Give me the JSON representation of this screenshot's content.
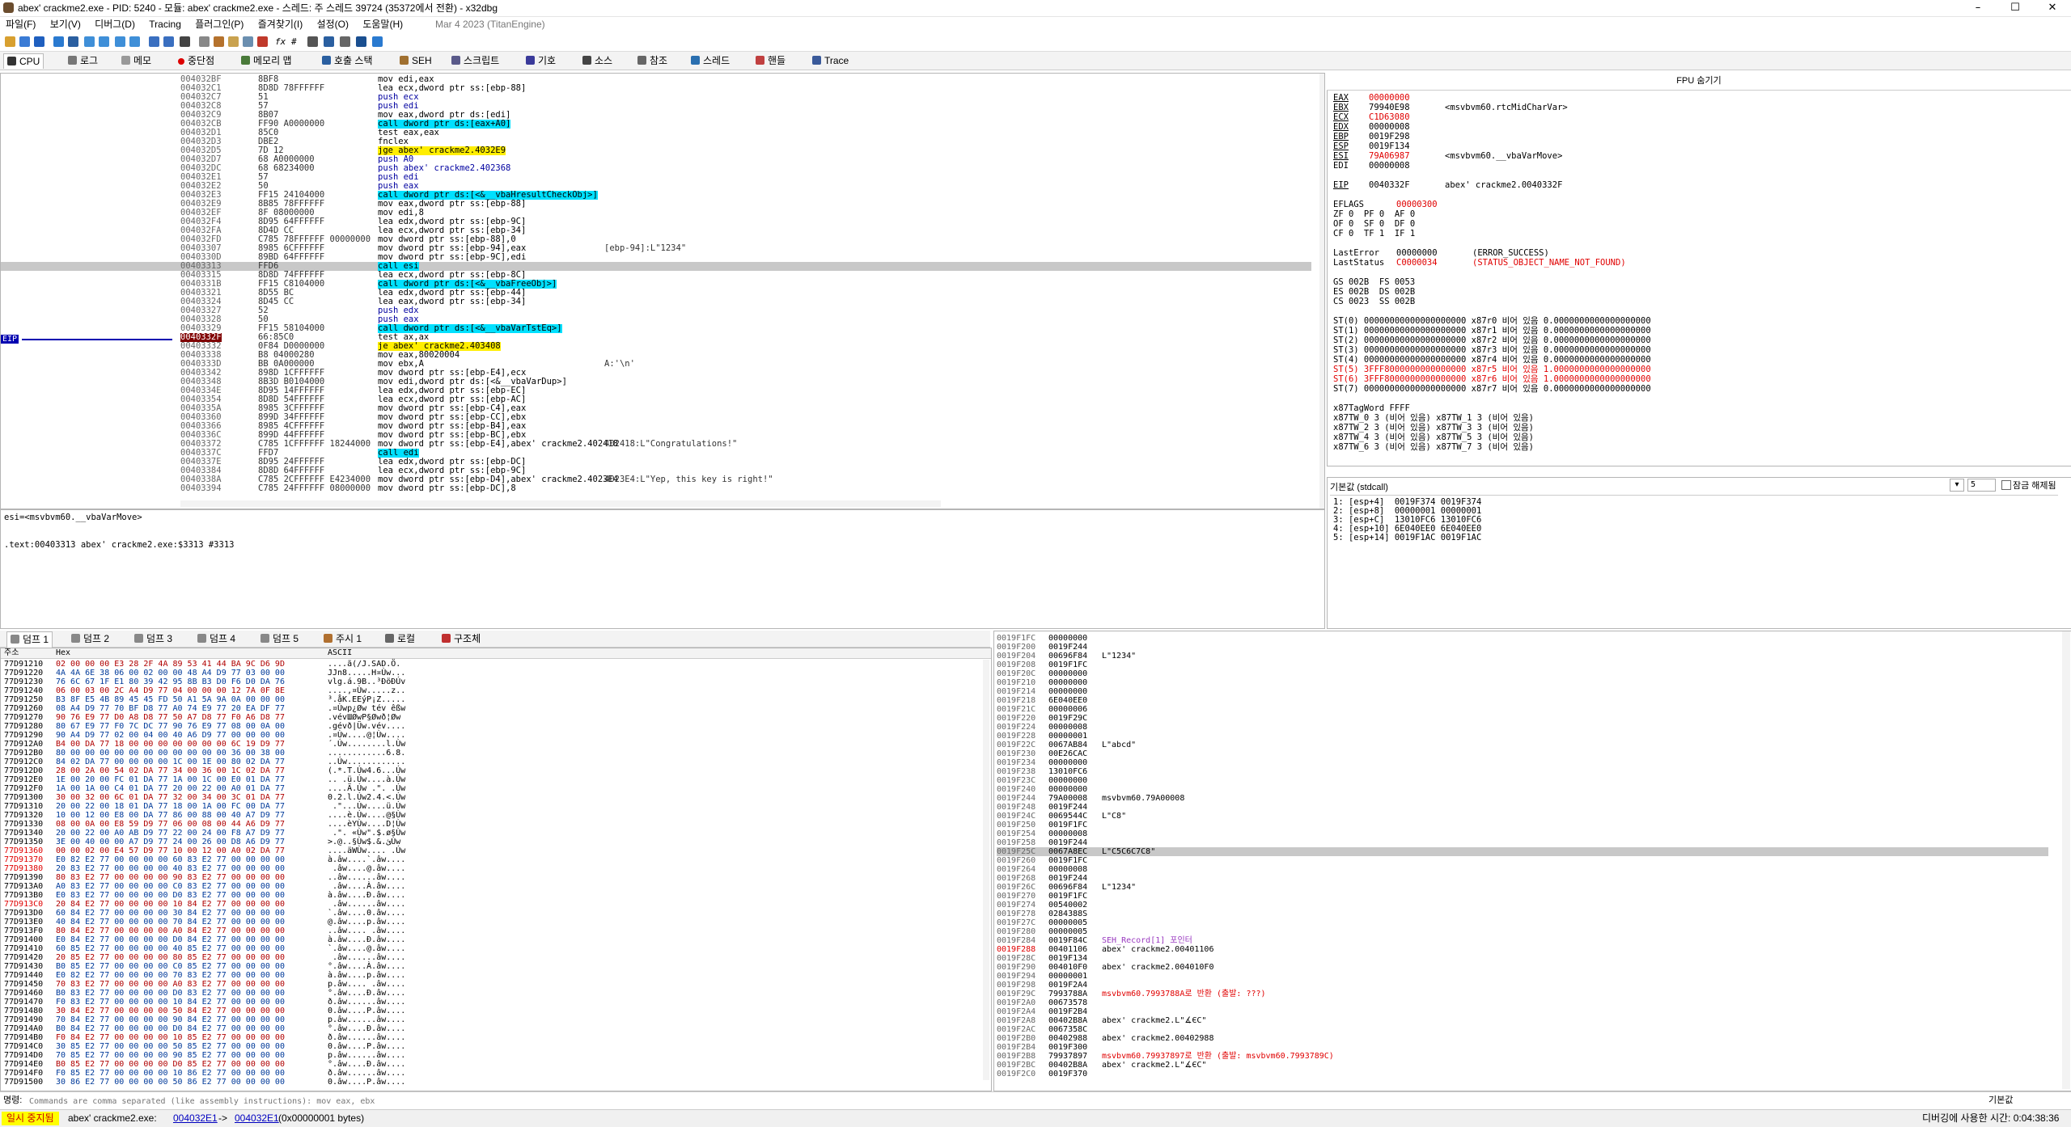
{
  "window": {
    "title": "abex' crackme2.exe - PID: 5240 - 모듈: abex' crackme2.exe - 스레드: 주 스레드 39724 (35372에서 전환) - x32dbg",
    "min": "–",
    "max": "☐",
    "close": "✕"
  },
  "menu": {
    "items": [
      "파일(F)",
      "보기(V)",
      "디버그(D)",
      "Tracing",
      "플러그인(P)",
      "즐겨찾기(I)",
      "설정(O)",
      "도움말(H)"
    ],
    "build": "Mar 4 2023 (TitanEngine)"
  },
  "tabs": [
    "CPU",
    "로그",
    "메모",
    "중단점",
    "메모리 맵",
    "호출 스택",
    "SEH",
    "스크립트",
    "기호",
    "소스",
    "참조",
    "스레드",
    "핸들",
    "Trace"
  ],
  "disasm": {
    "eip_label": "EIP",
    "rows": [
      [
        "004032BF",
        "8BF8",
        "mov edi,eax",
        ""
      ],
      [
        "004032C1",
        "8D8D 78FFFFFF",
        "lea ecx,dword ptr ss:[ebp-88]",
        ""
      ],
      [
        "004032C7",
        "51",
        "push ecx",
        ""
      ],
      [
        "004032C8",
        "57",
        "push edi",
        ""
      ],
      [
        "004032C9",
        "8B07",
        "mov eax,dword ptr ds:[edi]",
        ""
      ],
      [
        "004032CB",
        "FF90 A0000000",
        "call dword ptr ds:[eax+A0]",
        ""
      ],
      [
        "004032D1",
        "85C0",
        "test eax,eax",
        ""
      ],
      [
        "004032D3",
        "DBE2",
        "fnclex",
        ""
      ],
      [
        "004032D5",
        "7D 12",
        "jge abex' crackme2.4032E9",
        ""
      ],
      [
        "004032D7",
        "68 A0000000",
        "push A0",
        ""
      ],
      [
        "004032DC",
        "68 68234000",
        "push abex' crackme2.402368",
        ""
      ],
      [
        "004032E1",
        "57",
        "push edi",
        ""
      ],
      [
        "004032E2",
        "50",
        "push eax",
        ""
      ],
      [
        "004032E3",
        "FF15 24104000",
        "call dword ptr ds:[<&__vbaHresultCheckObj>]",
        ""
      ],
      [
        "004032E9",
        "8B85 78FFFFFF",
        "mov eax,dword ptr ss:[ebp-88]",
        ""
      ],
      [
        "004032EF",
        "8F 08000000",
        "mov edi,8",
        ""
      ],
      [
        "004032F4",
        "8D95 64FFFFFF",
        "lea edx,dword ptr ss:[ebp-9C]",
        ""
      ],
      [
        "004032FA",
        "8D4D CC",
        "lea ecx,dword ptr ss:[ebp-34]",
        ""
      ],
      [
        "004032FD",
        "C785 78FFFFFF 00000000",
        "mov dword ptr ss:[ebp-88],0",
        ""
      ],
      [
        "00403307",
        "8985 6CFFFFFF",
        "mov dword ptr ss:[ebp-94],eax",
        "[ebp-94]:L\"1234\""
      ],
      [
        "0040330D",
        "89BD 64FFFFFF",
        "mov dword ptr ss:[ebp-9C],edi",
        ""
      ],
      [
        "00403313",
        "FFD6",
        "call esi",
        ""
      ],
      [
        "00403315",
        "8D8D 74FFFFFF",
        "lea ecx,dword ptr ss:[ebp-8C]",
        ""
      ],
      [
        "0040331B",
        "FF15 C8104000",
        "call dword ptr ds:[<&__vbaFreeObj>]",
        ""
      ],
      [
        "00403321",
        "8D55 BC",
        "lea edx,dword ptr ss:[ebp-44]",
        ""
      ],
      [
        "00403324",
        "8D45 CC",
        "lea eax,dword ptr ss:[ebp-34]",
        ""
      ],
      [
        "00403327",
        "52",
        "push edx",
        ""
      ],
      [
        "00403328",
        "50",
        "push eax",
        ""
      ],
      [
        "00403329",
        "FF15 58104000",
        "call dword ptr ds:[<&__vbaVarTstEq>]",
        ""
      ],
      [
        "0040332F",
        "66:85C0",
        "test ax,ax",
        ""
      ],
      [
        "00403332",
        "0F84 D0000000",
        "je abex' crackme2.403408",
        ""
      ],
      [
        "00403338",
        "B8 04000280",
        "mov eax,80020004",
        ""
      ],
      [
        "0040333D",
        "BB 0A000000",
        "mov ebx,A",
        "A:'\\n'"
      ],
      [
        "00403342",
        "898D 1CFFFFFF",
        "mov dword ptr ss:[ebp-E4],ecx",
        ""
      ],
      [
        "00403348",
        "8B3D B0104000",
        "mov edi,dword ptr ds:[<&__vbaVarDup>]",
        ""
      ],
      [
        "0040334E",
        "8D95 14FFFFFF",
        "lea edx,dword ptr ss:[ebp-EC]",
        ""
      ],
      [
        "00403354",
        "8D8D 54FFFFFF",
        "lea ecx,dword ptr ss:[ebp-AC]",
        ""
      ],
      [
        "0040335A",
        "8985 3CFFFFFF",
        "mov dword ptr ss:[ebp-C4],eax",
        ""
      ],
      [
        "00403360",
        "899D 34FFFFFF",
        "mov dword ptr ss:[ebp-CC],ebx",
        ""
      ],
      [
        "00403366",
        "8985 4CFFFFFF",
        "mov dword ptr ss:[ebp-B4],eax",
        ""
      ],
      [
        "0040336C",
        "899D 44FFFFFF",
        "mov dword ptr ss:[ebp-BC],ebx",
        ""
      ],
      [
        "00403372",
        "C785 1CFFFFFF 18244000",
        "mov dword ptr ss:[ebp-E4],abex' crackme2.402418",
        "402418:L\"Congratulations!\""
      ],
      [
        "0040337C",
        "FFD7",
        "call edi",
        ""
      ],
      [
        "0040337E",
        "8D95 24FFFFFF",
        "lea edx,dword ptr ss:[ebp-DC]",
        ""
      ],
      [
        "00403384",
        "8D8D 64FFFFFF",
        "lea ecx,dword ptr ss:[ebp-9C]",
        ""
      ],
      [
        "0040338A",
        "C785 2CFFFFFF E4234000",
        "mov dword ptr ss:[ebp-D4],abex' crackme2.4023E4",
        "4023E4:L\"Yep, this key is right!\""
      ],
      [
        "00403394",
        "C785 24FFFFFF 08000000",
        "mov dword ptr ss:[ebp-DC],8",
        ""
      ]
    ]
  },
  "info": {
    "line1": "esi=<msvbvm60.__vbaVarMove>",
    "line2": ".text:00403313 abex' crackme2.exe:$3313 #3313"
  },
  "registers": {
    "title": "FPU 숨기기",
    "lines": [
      [
        "EAX",
        "00000000",
        ""
      ],
      [
        "EBX",
        "79940E98",
        "<msvbvm60.rtcMidCharVar>"
      ],
      [
        "ECX",
        "C1D63080",
        ""
      ],
      [
        "EDX",
        "00000008",
        ""
      ],
      [
        "EBP",
        "0019F298",
        ""
      ],
      [
        "ESP",
        "0019F134",
        ""
      ],
      [
        "ESI",
        "79A06987",
        "<msvbvm60.__vbaVarMove>"
      ],
      [
        "EDI",
        "00000008",
        ""
      ],
      [
        "",
        "",
        " "
      ],
      [
        "EIP",
        "0040332F",
        "abex' crackme2.0040332F"
      ],
      [
        "",
        "",
        " "
      ],
      [
        "EFLAGS",
        "00000300",
        ""
      ],
      [
        "ZF 0  PF 0  AF 0",
        "",
        ""
      ],
      [
        "OF 0  SF 0  DF 0",
        "",
        ""
      ],
      [
        "CF 0  TF 1  IF 1",
        "",
        ""
      ],
      [
        "",
        "",
        " "
      ],
      [
        "LastError",
        "00000000",
        "(ERROR_SUCCESS)"
      ],
      [
        "LastStatus",
        "C0000034",
        "(STATUS_OBJECT_NAME_NOT_FOUND)"
      ],
      [
        "",
        "",
        " "
      ],
      [
        "GS 002B  FS 0053",
        "",
        ""
      ],
      [
        "ES 002B  DS 002B",
        "",
        ""
      ],
      [
        "CS 0023  SS 002B",
        "",
        ""
      ],
      [
        "",
        "",
        " "
      ],
      [
        "ST(0) 00000000000000000000 x87r0 비어 있음 0.0000000000000000000",
        "",
        ""
      ],
      [
        "ST(1) 00000000000000000000 x87r1 비어 있음 0.0000000000000000000",
        "",
        ""
      ],
      [
        "ST(2) 00000000000000000000 x87r2 비어 있음 0.0000000000000000000",
        "",
        ""
      ],
      [
        "ST(3) 00000000000000000000 x87r3 비어 있음 0.0000000000000000000",
        "",
        ""
      ],
      [
        "ST(4) 00000000000000000000 x87r4 비어 있음 0.0000000000000000000",
        "",
        ""
      ],
      [
        "ST(5) 3FFF8000000000000000 x87r5 비어 있음 1.0000000000000000000",
        "",
        ""
      ],
      [
        "ST(6) 3FFF8000000000000000 x87r6 비어 있음 1.0000000000000000000",
        "",
        ""
      ],
      [
        "ST(7) 00000000000000000000 x87r7 비어 있음 0.0000000000000000000",
        "",
        ""
      ],
      [
        "",
        "",
        " "
      ],
      [
        "x87TagWord FFFF",
        "",
        ""
      ],
      [
        "x87TW_0 3 (비어 있음) x87TW_1 3 (비어 있음)",
        "",
        ""
      ],
      [
        "x87TW_2 3 (비어 있음) x87TW_3 3 (비어 있음)",
        "",
        ""
      ],
      [
        "x87TW_4 3 (비어 있음) x87TW_5 3 (비어 있음)",
        "",
        ""
      ],
      [
        "x87TW_6 3 (비어 있음) x87TW_7 3 (비어 있음)",
        "",
        ""
      ]
    ]
  },
  "callconv": {
    "label": "기본값 (stdcall)",
    "count": "5",
    "lock_label": "잠금 해제됨",
    "rows": [
      "1: [esp+4]  0019F374 0019F374",
      "2: [esp+8]  00000001 00000001",
      "3: [esp+C]  13010FC6 13010FC6",
      "4: [esp+10] 6E040EE0 6E040EE0",
      "5: [esp+14] 0019F1AC 0019F1AC"
    ]
  },
  "dump": {
    "tabs": [
      "덤프 1",
      "덤프 2",
      "덤프 3",
      "덤프 4",
      "덤프 5",
      "주시 1",
      "로컬",
      "구조체"
    ],
    "headers": [
      "주소",
      "Hex",
      "ASCII"
    ],
    "rows": [
      [
        "77D91210",
        "02 00 00 00 E3 28 2F 4A 89 53 41 44 BA 9C D6 9D",
        "....ã(/J.SAD.Ö."
      ],
      [
        "77D91220",
        "4A 4A 6E 38 06 00 02 00 00 48 A4 D9 77 03 00 00",
        "JJn8.....H¤Ùw..."
      ],
      [
        "77D91230",
        "76 6C 67 1F E1 80 39 42 95 8B B3 D0 F6 D0 DA 76",
        "vlg.á.9B..³ÐöÐÚv"
      ],
      [
        "77D91240",
        "06 00 03 00 2C A4 D9 77 04 00 00 00 12 7A 0F 8E",
        "....,¤Ùw.....z.."
      ],
      [
        "77D91250",
        "B3 8F E5 4B 89 45 45 FD 50 A1 5A 9A 0A 00 00 00",
        "³.åK.EEýP¡Z....."
      ],
      [
        "77D91260",
        "08 A4 D9 77 70 BF D8 77 A0 74 E9 77 20 EA DF 77",
        ".¤Ùwp¿Øw tév êßw"
      ],
      [
        "77D91270",
        "90 76 E9 77 D0 A8 D8 77 50 A7 D8 77 F0 A6 D8 77",
        ".vévШØwP§Øwð¦Øw"
      ],
      [
        "77D91280",
        "80 67 E9 77 F0 7C DC 77 90 76 E9 77 08 00 0A 00",
        ".gévð|Üw.vév...."
      ],
      [
        "77D91290",
        "90 A4 D9 77 02 00 04 00 40 A6 D9 77 00 00 00 00",
        ".¤Ùw....@¦Ùw...."
      ],
      [
        "77D912A0",
        "B4 00 DA 77 18 00 00 00 00 00 00 00 6C 19 D9 77",
        "´.Úw........l.Ùw"
      ],
      [
        "77D912B0",
        "80 00 00 00 00 00 00 00 00 00 00 00 36 00 38 00",
        "............6.8."
      ],
      [
        "77D912C0",
        "84 02 DA 77 00 00 00 00 1C 00 1E 00 80 02 DA 77",
        "..Úw............"
      ],
      [
        "77D912D0",
        "28 00 2A 00 54 02 DA 77 34 00 36 00 1C 02 DA 77",
        "(.*.T.Úw4.6...Úw"
      ],
      [
        "77D912E0",
        "1E 00 20 00 FC 01 DA 77 1A 00 1C 00 E0 01 DA 77",
        ".. .ü.Úw....à.Úw"
      ],
      [
        "77D912F0",
        "1A 00 1A 00 C4 01 DA 77 20 00 22 00 A0 01 DA 77",
        "....Ä.Úw .\". .Úw"
      ],
      [
        "77D91300",
        "30 00 32 00 6C 01 DA 77 32 00 34 00 3C 01 DA 77",
        "0.2.l.Úw2.4.<.Úw"
      ],
      [
        "77D91310",
        "20 00 22 00 18 01 DA 77 18 00 1A 00 FC 00 DA 77",
        " .\"...Úw....ü.Úw"
      ],
      [
        "77D91320",
        "10 00 12 00 E8 00 DA 77 86 00 88 00 40 A7 D9 77",
        "....è.Úw....@§Ùw"
      ],
      [
        "77D91330",
        "08 00 0A 00 E8 59 D9 77 06 00 08 00 44 A6 D9 77",
        "....èYÙw....D¦Ùw"
      ],
      [
        "77D91340",
        "20 00 22 00 A0 AB D9 77 22 00 24 00 F8 A7 D9 77",
        " .\". «Ùw\".$.ø§Ùw"
      ],
      [
        "77D91350",
        "3E 00 40 00 00 A7 D9 77 24 00 26 00 D8 A6 D9 77",
        ">.@..§Ùw$.&.ئÙw"
      ],
      [
        "77D91360",
        "00 00 02 00 E4 57 D9 77 10 00 12 00 A0 02 DA 77",
        "....äWÙw.... .Úw"
      ],
      [
        "77D91370",
        "E0 82 E2 77 00 00 00 00 60 83 E2 77 00 00 00 00",
        "à.âw....`.âw...."
      ],
      [
        "77D91380",
        "20 83 E2 77 00 00 00 00 40 83 E2 77 00 00 00 00",
        " .âw....@.âw...."
      ],
      [
        "77D91390",
        "80 83 E2 77 00 00 00 00 90 83 E2 77 00 00 00 00",
        "..âw......âw...."
      ],
      [
        "77D913A0",
        "A0 83 E2 77 00 00 00 00 C0 83 E2 77 00 00 00 00",
        " .âw....À.âw...."
      ],
      [
        "77D913B0",
        "E0 83 E2 77 00 00 00 00 D0 83 E2 77 00 00 00 00",
        "à.âw....Ð.âw...."
      ],
      [
        "77D913C0",
        "20 84 E2 77 00 00 00 00 10 84 E2 77 00 00 00 00",
        " .âw......âw...."
      ],
      [
        "77D913D0",
        "60 84 E2 77 00 00 00 00 30 84 E2 77 00 00 00 00",
        "`.âw....0.âw...."
      ],
      [
        "77D913E0",
        "40 84 E2 77 00 00 00 00 70 84 E2 77 00 00 00 00",
        "@.âw....p.âw...."
      ],
      [
        "77D913F0",
        "80 84 E2 77 00 00 00 00 A0 84 E2 77 00 00 00 00",
        "..âw.... .âw...."
      ],
      [
        "77D91400",
        "E0 84 E2 77 00 00 00 00 D0 84 E2 77 00 00 00 00",
        "à.âw....Ð.âw...."
      ],
      [
        "77D91410",
        "60 85 E2 77 00 00 00 00 40 85 E2 77 00 00 00 00",
        "`.âw....@.âw...."
      ],
      [
        "77D91420",
        "20 85 E2 77 00 00 00 00 80 85 E2 77 00 00 00 00",
        " .âw......âw...."
      ],
      [
        "77D91430",
        "B0 85 E2 77 00 00 00 00 C0 85 E2 77 00 00 00 00",
        "°.âw....À.âw...."
      ],
      [
        "77D91440",
        "E0 82 E2 77 00 00 00 00 70 83 E2 77 00 00 00 00",
        "à.âw....p.âw...."
      ],
      [
        "77D91450",
        "70 83 E2 77 00 00 00 00 A0 83 E2 77 00 00 00 00",
        "p.âw.... .âw...."
      ],
      [
        "77D91460",
        "B0 83 E2 77 00 00 00 00 D0 83 E2 77 00 00 00 00",
        "°.âw....Ð.âw...."
      ],
      [
        "77D91470",
        "F0 83 E2 77 00 00 00 00 10 84 E2 77 00 00 00 00",
        "ð.âw......âw...."
      ],
      [
        "77D91480",
        "30 84 E2 77 00 00 00 00 50 84 E2 77 00 00 00 00",
        "0.âw....P.âw...."
      ],
      [
        "77D91490",
        "70 84 E2 77 00 00 00 00 90 84 E2 77 00 00 00 00",
        "p.âw......âw...."
      ],
      [
        "77D914A0",
        "B0 84 E2 77 00 00 00 00 D0 84 E2 77 00 00 00 00",
        "°.âw....Ð.âw...."
      ],
      [
        "77D914B0",
        "F0 84 E2 77 00 00 00 00 10 85 E2 77 00 00 00 00",
        "ð.âw......âw...."
      ],
      [
        "77D914C0",
        "30 85 E2 77 00 00 00 00 50 85 E2 77 00 00 00 00",
        "0.âw....P.âw...."
      ],
      [
        "77D914D0",
        "70 85 E2 77 00 00 00 00 90 85 E2 77 00 00 00 00",
        "p.âw......âw...."
      ],
      [
        "77D914E0",
        "B0 85 E2 77 00 00 00 00 D0 85 E2 77 00 00 00 00",
        "°.âw....Ð.âw...."
      ],
      [
        "77D914F0",
        "F0 85 E2 77 00 00 00 00 10 86 E2 77 00 00 00 00",
        "ð.âw......âw...."
      ],
      [
        "77D91500",
        "30 86 E2 77 00 00 00 00 50 86 E2 77 00 00 00 00",
        "0.âw....P.âw...."
      ]
    ]
  },
  "stack": {
    "rows": [
      [
        "0019F1FC",
        "00000000",
        ""
      ],
      [
        "0019F200",
        "0019F244",
        ""
      ],
      [
        "0019F204",
        "00696F84",
        "L\"1234\""
      ],
      [
        "0019F208",
        "0019F1FC",
        ""
      ],
      [
        "0019F20C",
        "00000000",
        ""
      ],
      [
        "0019F210",
        "00000000",
        ""
      ],
      [
        "0019F214",
        "00000000",
        ""
      ],
      [
        "0019F218",
        "6E040EE0",
        ""
      ],
      [
        "0019F21C",
        "00000006",
        ""
      ],
      [
        "0019F220",
        "0019F29C",
        ""
      ],
      [
        "0019F224",
        "00000008",
        ""
      ],
      [
        "0019F228",
        "00000001",
        ""
      ],
      [
        "0019F22C",
        "0067AB84",
        "L\"abcd\""
      ],
      [
        "0019F230",
        "00E26CAC",
        ""
      ],
      [
        "0019F234",
        "00000000",
        ""
      ],
      [
        "0019F238",
        "13010FC6",
        ""
      ],
      [
        "0019F23C",
        "00000000",
        ""
      ],
      [
        "0019F240",
        "00000000",
        ""
      ],
      [
        "0019F244",
        "79A00008",
        "msvbvm60.79A00008"
      ],
      [
        "0019F248",
        "0019F244",
        ""
      ],
      [
        "0019F24C",
        "0069544C",
        "L\"C8\""
      ],
      [
        "0019F250",
        "0019F1FC",
        ""
      ],
      [
        "0019F254",
        "00000008",
        ""
      ],
      [
        "0019F258",
        "0019F244",
        ""
      ],
      [
        "0019F25C",
        "0067A8EC",
        "L\"C5C6C7C8\""
      ],
      [
        "0019F260",
        "0019F1FC",
        ""
      ],
      [
        "0019F264",
        "00000008",
        ""
      ],
      [
        "0019F268",
        "0019F244",
        ""
      ],
      [
        "0019F26C",
        "00696F84",
        "L\"1234\""
      ],
      [
        "0019F270",
        "0019F1FC",
        ""
      ],
      [
        "0019F274",
        "00540002",
        ""
      ],
      [
        "0019F278",
        "0284388S",
        ""
      ],
      [
        "0019F27C",
        "00000005",
        ""
      ],
      [
        "0019F280",
        "00000005",
        ""
      ],
      [
        "0019F284",
        "0019F84C",
        "SEH_Record[1] 포인터"
      ],
      [
        "0019F288",
        "00401106",
        "abex' crackme2.00401106"
      ],
      [
        "0019F28C",
        "0019F134",
        ""
      ],
      [
        "0019F290",
        "004010F0",
        "abex' crackme2.004010F0"
      ],
      [
        "0019F294",
        "00000001",
        ""
      ],
      [
        "0019F298",
        "0019F2A4",
        ""
      ],
      [
        "0019F29C",
        "7993788A",
        "msvbvm60.7993788A로 반환 (출발: ???)"
      ],
      [
        "0019F2A0",
        "00673578",
        ""
      ],
      [
        "0019F2A4",
        "0019F2B4",
        ""
      ],
      [
        "0019F2A8",
        "00402B8A",
        "abex' crackme2.L\"∡ЄC\""
      ],
      [
        "0019F2AC",
        "0067358C",
        ""
      ],
      [
        "0019F2B0",
        "00402988",
        "abex' crackme2.00402988"
      ],
      [
        "0019F2B4",
        "0019F300",
        ""
      ],
      [
        "0019F2B8",
        "79937897",
        "msvbvm60.79937897로 반환 (출발: msvbvm60.7993789C)"
      ],
      [
        "0019F2BC",
        "00402B8A",
        "abex' crackme2.L\"∡ЄC\""
      ],
      [
        "0019F2C0",
        "0019F370",
        ""
      ]
    ]
  },
  "cmd": {
    "label": "명령:",
    "placeholder": "Commands are comma separated (like assembly instructions): mov eax, ebx",
    "right": "기본값"
  },
  "status": {
    "state": "일시 중지됨",
    "module": "abex' crackme2.exe:",
    "from": "004032E1",
    "arrow": "->",
    "to": "004032E1",
    "size": "(0x00000001 bytes)",
    "time": "디버깅에 사용한 시간: 0:04:38:36"
  },
  "colors": {
    "accent_call": "#00e0ff",
    "accent_jmp": "#ffee00",
    "eip_bg": "#800000",
    "red": "#e00000",
    "status_yellow": "#ffff00"
  }
}
